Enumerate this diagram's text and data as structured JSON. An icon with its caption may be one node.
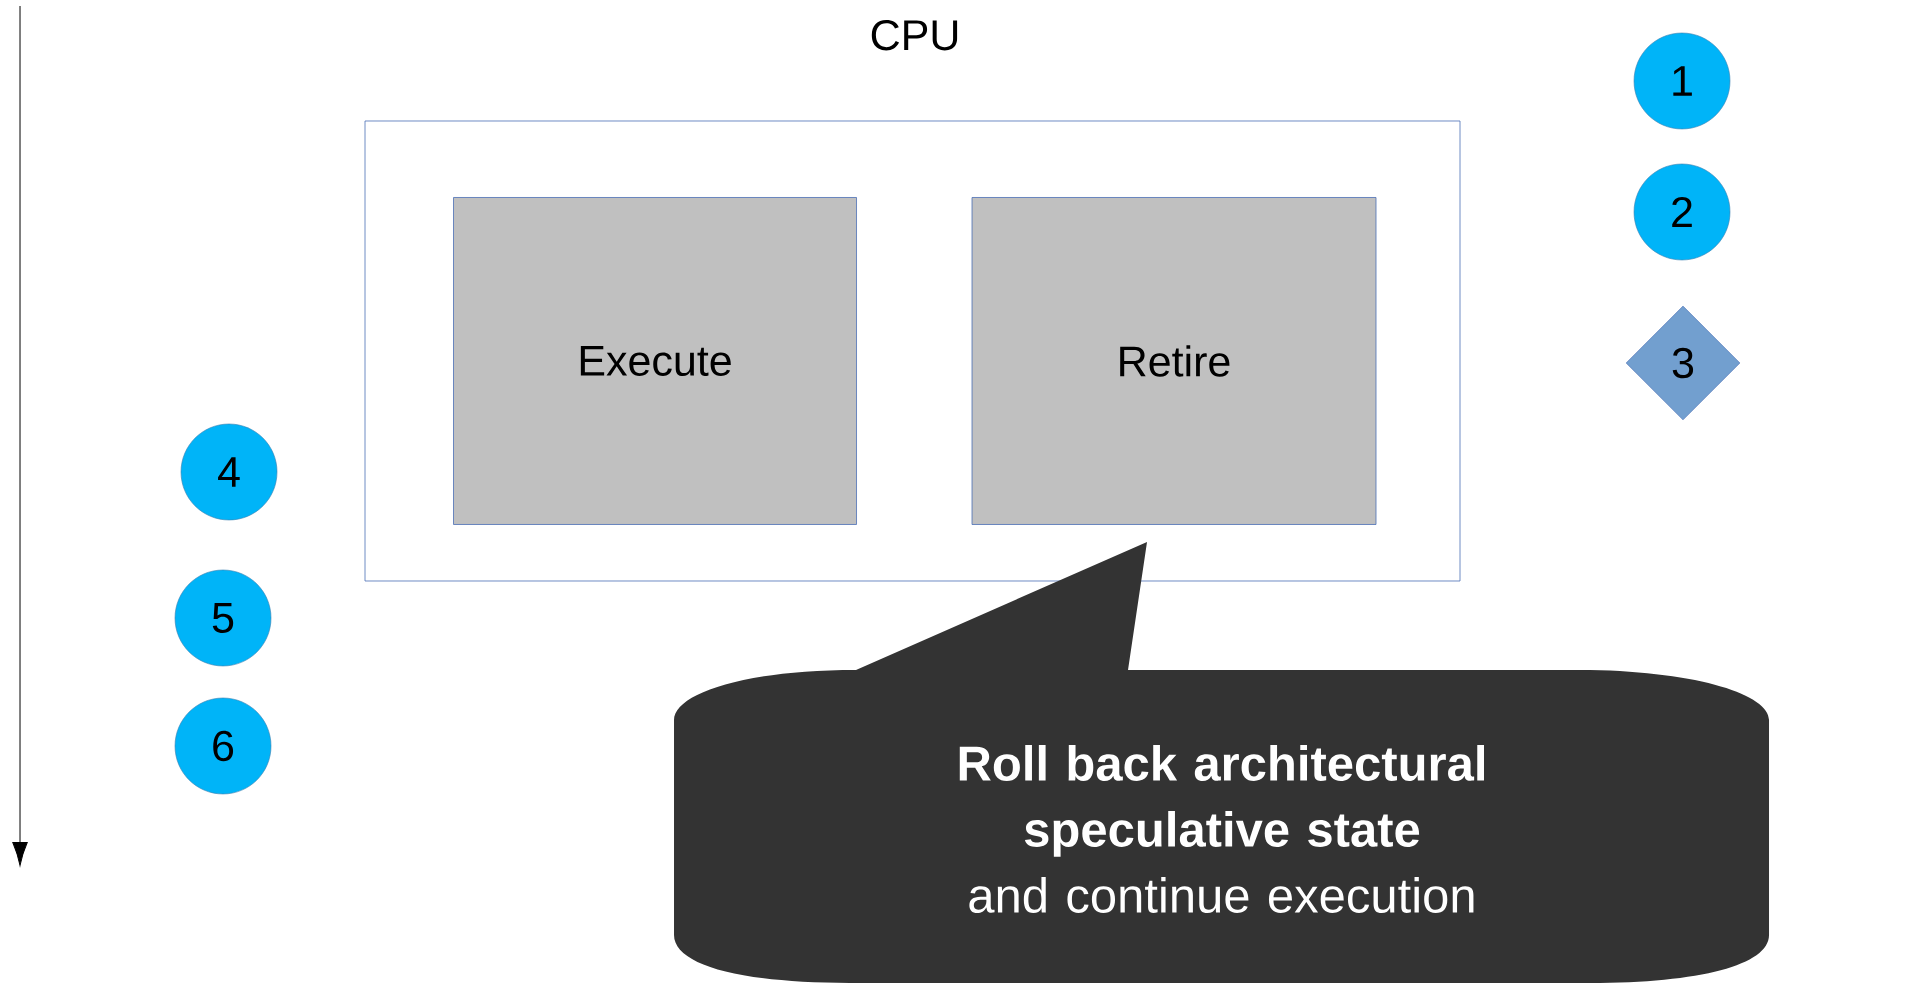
{
  "diagram": {
    "nodes": [
      {
        "text": [
          "CPU"
        ]
      },
      {
        "text": [
          "Execute"
        ],
        "in": 0
      },
      {
        "text": [
          "Retire"
        ],
        "in": 0
      },
      {
        "text": [
          "1"
        ]
      },
      {
        "text": [
          "2"
        ]
      },
      {
        "text": [
          "3"
        ]
      },
      {
        "text": [
          "4"
        ]
      },
      {
        "text": [
          "5"
        ]
      },
      {
        "text": [
          "6"
        ]
      },
      {
        "text": [
          "Roll back architectural speculative state",
          "and continue execution"
        ]
      }
    ]
  }
}
